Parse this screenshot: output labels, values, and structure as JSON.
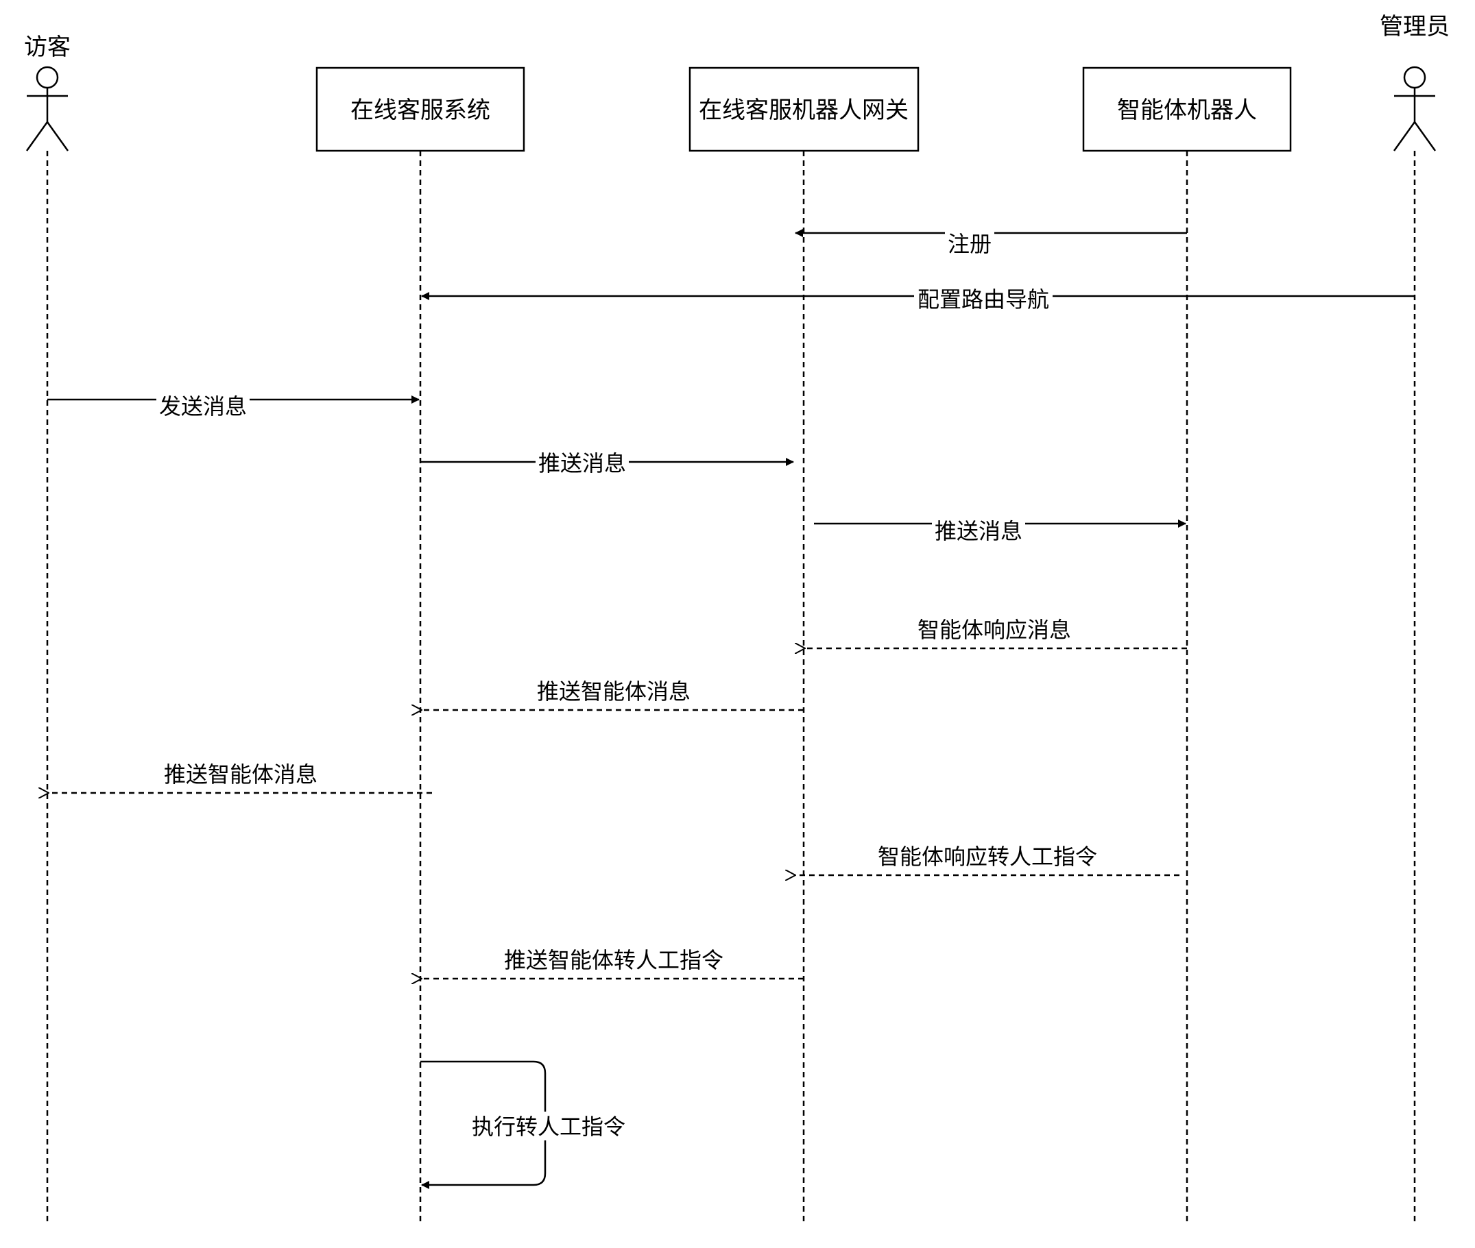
{
  "actors": [
    {
      "id": "visitor",
      "label": "访客"
    },
    {
      "id": "admin",
      "label": "管理员"
    }
  ],
  "participants": [
    {
      "id": "cs-system",
      "label": "在线客服系统"
    },
    {
      "id": "robot-gateway",
      "label": "在线客服机器人网关"
    },
    {
      "id": "agent-robot",
      "label": "智能体机器人"
    }
  ],
  "messages": [
    {
      "label": "注册",
      "from": "agent-robot",
      "to": "robot-gateway",
      "style": "solid"
    },
    {
      "label": "配置路由导航",
      "from": "admin",
      "to": "cs-system",
      "style": "solid"
    },
    {
      "label": "发送消息",
      "from": "visitor",
      "to": "cs-system",
      "style": "solid"
    },
    {
      "label": "推送消息",
      "from": "cs-system",
      "to": "robot-gateway",
      "style": "solid"
    },
    {
      "label": "推送消息",
      "from": "robot-gateway",
      "to": "agent-robot",
      "style": "solid"
    },
    {
      "label": "智能体响应消息",
      "from": "agent-robot",
      "to": "robot-gateway",
      "style": "dashed"
    },
    {
      "label": "推送智能体消息",
      "from": "robot-gateway",
      "to": "cs-system",
      "style": "dashed"
    },
    {
      "label": "推送智能体消息",
      "from": "cs-system",
      "to": "visitor",
      "style": "dashed"
    },
    {
      "label": "智能体响应转人工指令",
      "from": "agent-robot",
      "to": "robot-gateway",
      "style": "dashed"
    },
    {
      "label": "推送智能体转人工指令",
      "from": "robot-gateway",
      "to": "cs-system",
      "style": "dashed"
    },
    {
      "label": "执行转人工指令",
      "from": "cs-system",
      "to": "cs-system",
      "style": "solid"
    }
  ]
}
